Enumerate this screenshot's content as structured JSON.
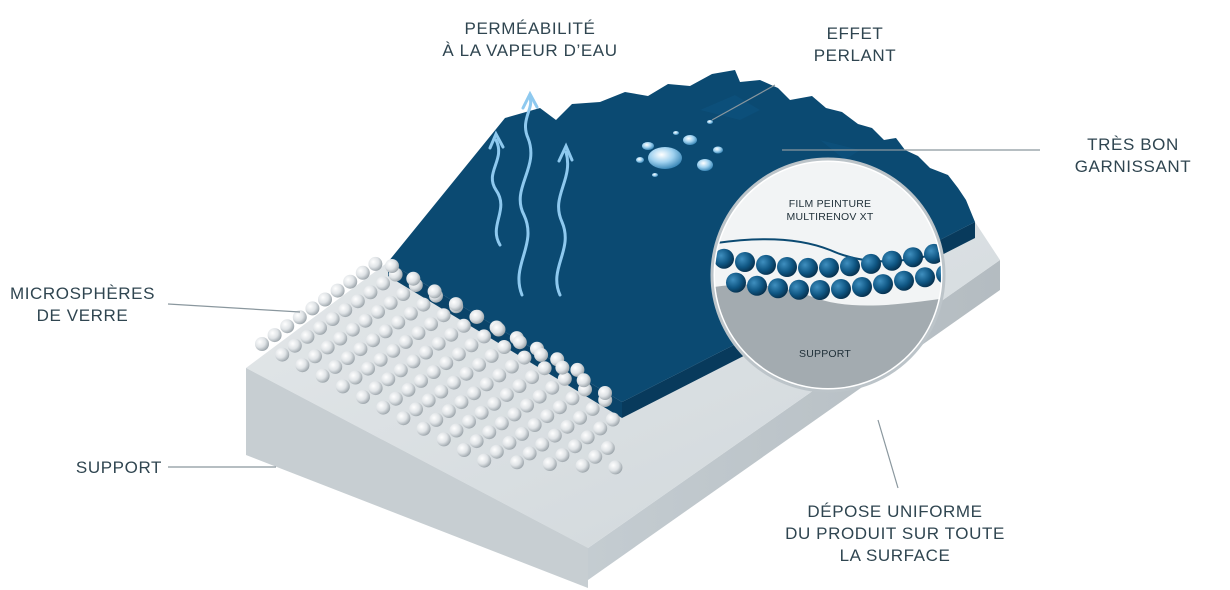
{
  "labels": {
    "vapor": [
      "PERMÉABILITÉ",
      "À LA VAPEUR D’EAU"
    ],
    "beading": [
      "EFFET",
      "PERLANT"
    ],
    "filling": [
      "TRÈS BON",
      "GARNISSANT"
    ],
    "microspheres": [
      "MICROSPHÈRES",
      "DE VERRE"
    ],
    "support": [
      "SUPPORT"
    ],
    "uniform": [
      "DÉPOSE UNIFORME",
      "DU PRODUIT SUR TOUTE",
      "LA SURFACE"
    ]
  },
  "inset": {
    "film": [
      "FILM PEINTURE",
      "MULTIRENOV XT"
    ],
    "support": "SUPPORT"
  },
  "colors": {
    "paint": "#0b4a72",
    "paint_dark": "#083a5c",
    "support_top": "#d9dfe2",
    "support_side": "#c9d0d4",
    "arrow": "#8ec9ef",
    "text": "#2f4550"
  }
}
